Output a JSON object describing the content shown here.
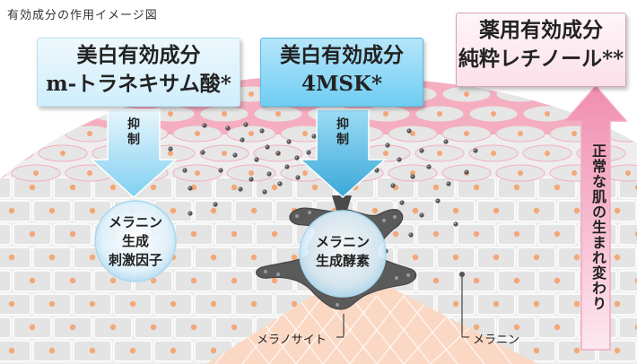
{
  "caption": "有効成分の作用イメージ図",
  "boxes": {
    "left": {
      "line1": "美白有効成分",
      "line2": "m-トラネキサム酸*"
    },
    "center": {
      "line1": "美白有効成分",
      "line2": "4MSK*"
    },
    "right": {
      "line1": "薬用有効成分",
      "line2": "純粋レチノール**"
    }
  },
  "arrows": {
    "left_label": "抑制",
    "center_label": "抑制",
    "right_label": "正常な肌の生まれ変わり"
  },
  "circles": {
    "left": {
      "line1": "メラニン",
      "line2": "生成",
      "line3": "刺激因子"
    },
    "center": {
      "line1": "メラニン",
      "line2": "生成酵素"
    }
  },
  "callouts": {
    "melanocyte": "メラノサイト",
    "melanin": "メラニン"
  },
  "colors": {
    "skin_pink": "#f4aec0",
    "cell_gray": "#e4e4e4",
    "nucleus": "#f4a777",
    "dermis": "#fbd8c4",
    "blue_light": "#cfeefb",
    "blue_strong": "#6fcdf2",
    "pink_box": "#fbe0ea",
    "melanocyte": "#5a5a5a"
  }
}
